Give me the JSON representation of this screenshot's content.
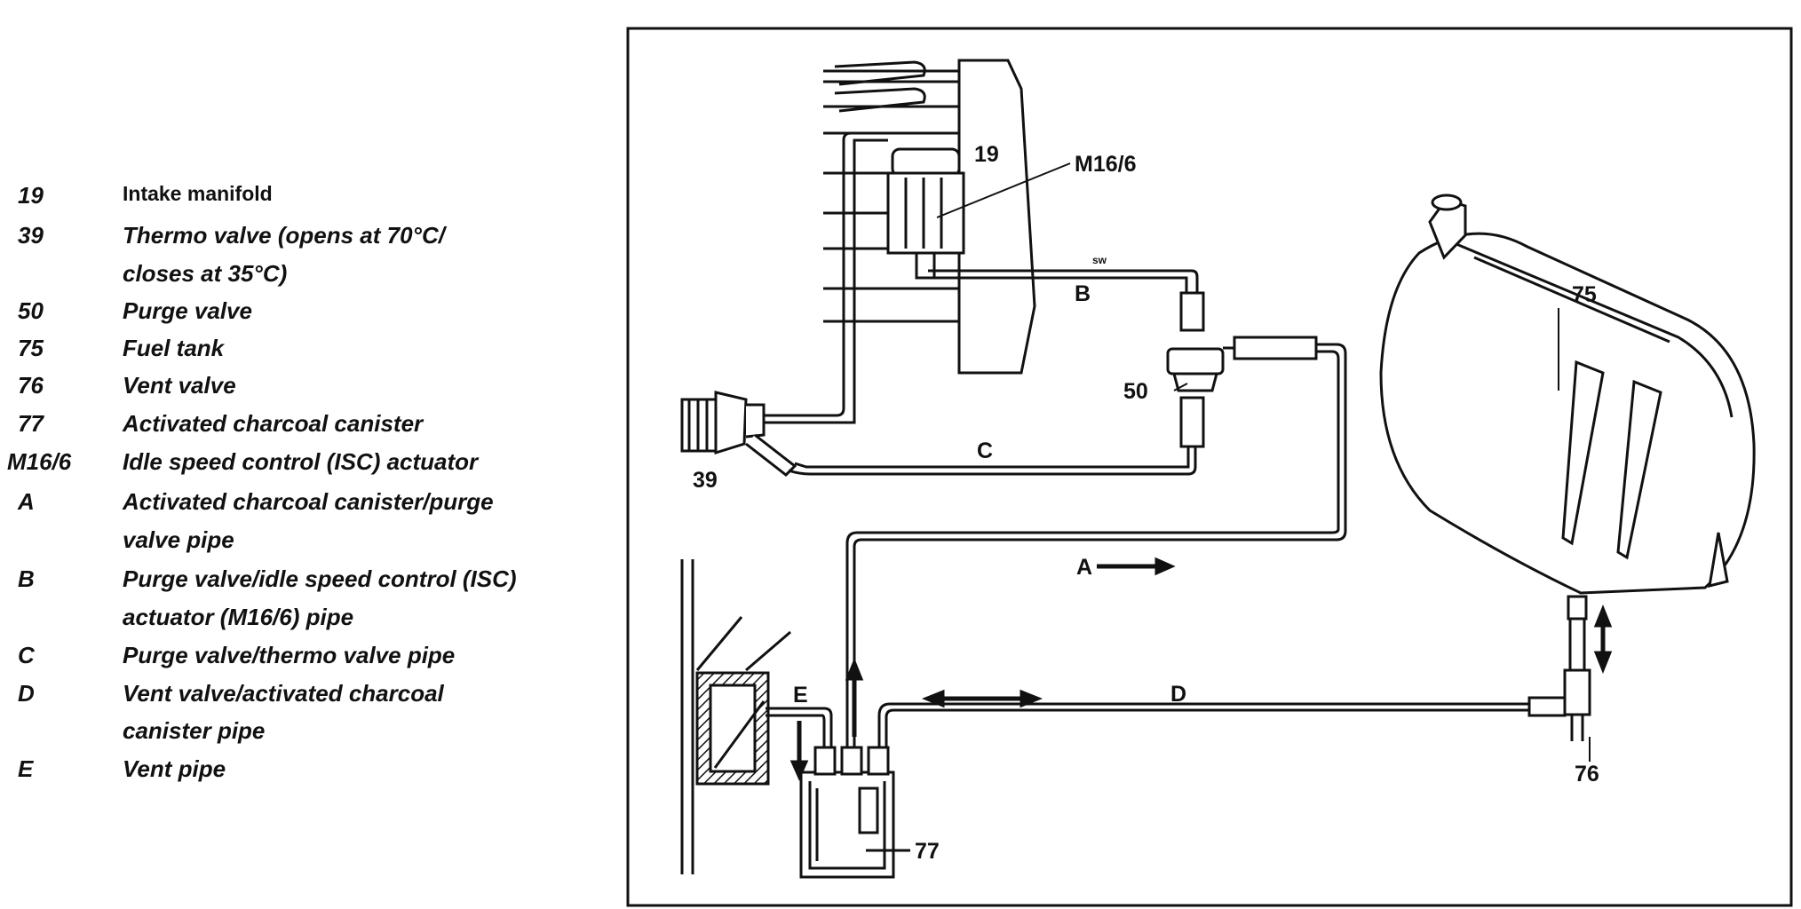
{
  "legend": [
    {
      "key": "19",
      "text": "Intake manifold"
    },
    {
      "key": "39",
      "text": "Thermo valve (opens at 70°C/",
      "cont": "closes at 35°C)"
    },
    {
      "key": "50",
      "text": "Purge valve"
    },
    {
      "key": "75",
      "text": "Fuel tank"
    },
    {
      "key": "76",
      "text": "Vent valve"
    },
    {
      "key": "77",
      "text": "Activated charcoal canister"
    },
    {
      "key": "M16/6",
      "text": "Idle speed control (ISC) actuator"
    },
    {
      "key": "A",
      "text": "Activated charcoal canister/purge",
      "cont": "valve pipe"
    },
    {
      "key": "B",
      "text": "Purge valve/idle speed control (ISC)",
      "cont": "actuator (M16/6) pipe"
    },
    {
      "key": "C",
      "text": "Purge valve/thermo valve pipe"
    },
    {
      "key": "D",
      "text": "Vent valve/activated charcoal",
      "cont": "canister pipe"
    },
    {
      "key": "E",
      "text": "Vent pipe"
    }
  ],
  "callouts": {
    "c19": "19",
    "m166": "M16/6",
    "sw": "sw",
    "b": "B",
    "c50": "50",
    "c39": "39",
    "c": "C",
    "a": "A",
    "c75": "75",
    "e": "E",
    "d": "D",
    "c76": "76",
    "c77": "77"
  }
}
